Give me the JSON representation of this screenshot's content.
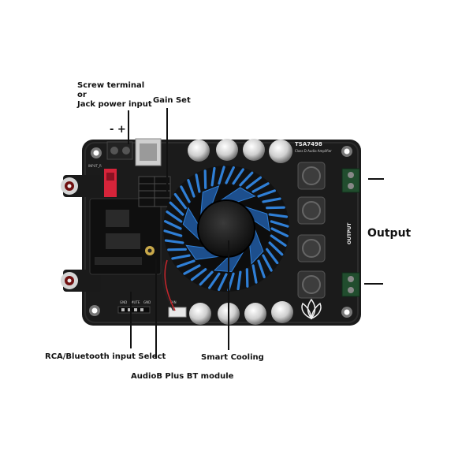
{
  "labels": {
    "power_line1": "Screw terminal",
    "power_line2": "or",
    "power_line3": "Jack power input",
    "power_polarity": "- +",
    "gain": "Gain Set",
    "output": "Output",
    "select": "RCA/Bluetooth input Select",
    "bt_module": "AudioB Plus BT module",
    "cooling": "Smart Cooling"
  },
  "board_text": {
    "model": "TSA7498",
    "subtitle": "Class D Audio Amplifier",
    "input_tag": "INPUT_R",
    "output_tag": "OUTPUT",
    "gnd1": "GND",
    "mute": "MUTE",
    "gnd2": "GND",
    "fan": "FAN"
  },
  "colors": {
    "board": "#1b1b1b",
    "fan_blade": "#2f7fd6",
    "silver": "#d8d8d8",
    "terminal_green": "#214d2e",
    "switch_red": "#d6243a"
  }
}
